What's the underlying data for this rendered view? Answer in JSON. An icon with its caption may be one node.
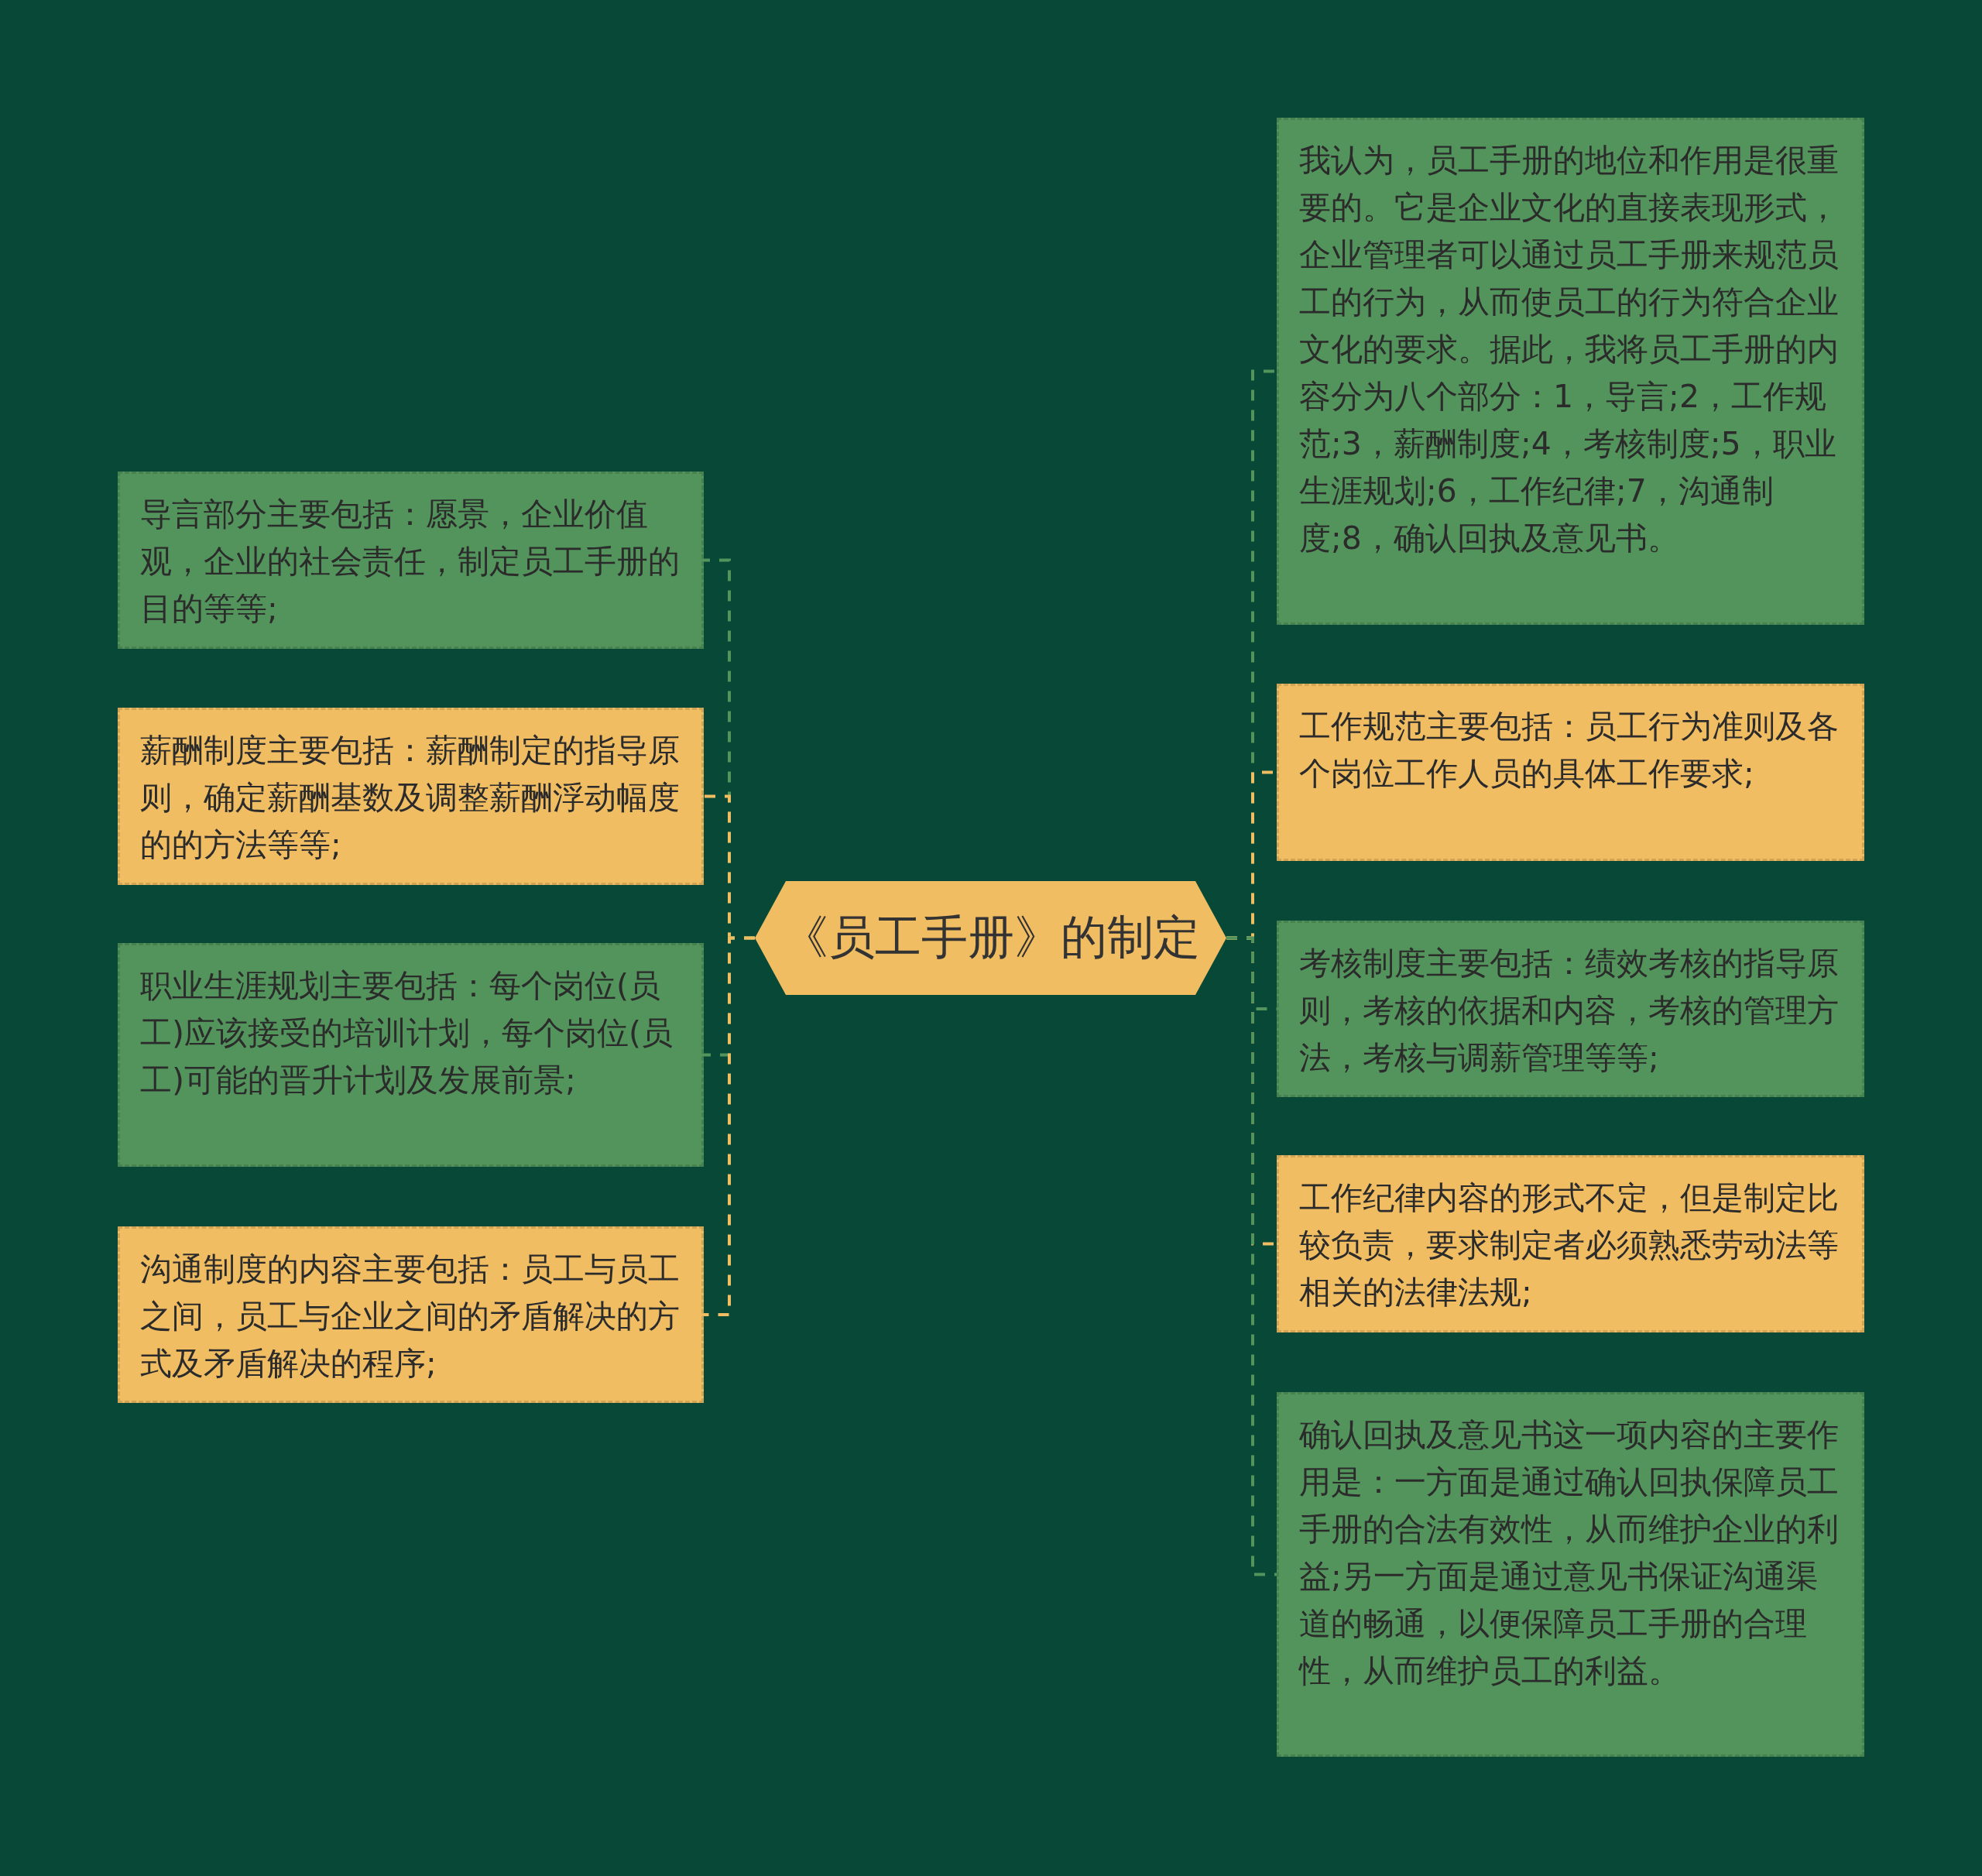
{
  "diagram": {
    "nodes": [
      {
        "text": [
          "《员工手册》的制定"
        ]
      },
      {
        "text": [
          "导言部分主要包括：愿景，企业价值观，企业的社会责任，制定员工手册的目的等等;"
        ]
      },
      {
        "text": [
          "薪酬制度主要包括：薪酬制定的指导原则，确定薪酬基数及调整薪酬浮动幅度的的方法等等;"
        ]
      },
      {
        "text": [
          "职业生涯规划主要包括：每个岗位(员工)应该接受的培训计划，每个岗位(员工)可能的晋升计划及发展前景;"
        ]
      },
      {
        "text": [
          "沟通制度的内容主要包括：员工与员工之间，员工与企业之间的矛盾解决的方式及矛盾解决的程序;"
        ]
      },
      {
        "text": [
          "我认为，员工手册的地位和作用是很重要的。它是企业文化的直接表现形式，企业管理者可以通过员工手册来规范员工的行为，从而使员工的行为符合企业文化的要求。据此，我将员工手册的内容分为八个部分：1，导言;2，工作规范;3，薪酬制度;4，考核制度;5，职业生涯规划;6，工作纪律;7，沟通制度;8，确认回执及意见书。"
        ]
      },
      {
        "text": [
          "工作规范主要包括：员工行为准则及各个岗位工作人员的具体工作要求;"
        ]
      },
      {
        "text": [
          "考核制度主要包括：绩效考核的指导原则，考核的依据和内容，考核的管理方法，考核与调薪管理等等;"
        ]
      },
      {
        "text": [
          "工作纪律内容的形式不定，但是制定比较负责，要求制定者必须熟悉劳动法等相关的法律法规;"
        ]
      },
      {
        "text": [
          "确认回执及意见书这一项内容的主要作用是：一方面是通过确认回执保障员工手册的合法有效性，从而维护企业的利益;另一方面是通过意见书保证沟通渠道的畅通，以便保障员工手册的合理性，从而维护员工的利益。"
        ]
      }
    ],
    "edges": [
      {
        "from": 0,
        "to": 1,
        "arrow": "none",
        "style": "dashed"
      },
      {
        "from": 0,
        "to": 2,
        "arrow": "none",
        "style": "dashed",
        "color": "#f0bd63"
      },
      {
        "from": 0,
        "to": 3,
        "arrow": "none",
        "style": "dashed"
      },
      {
        "from": 0,
        "to": 4,
        "arrow": "none",
        "style": "dashed",
        "color": "#f0bd63"
      },
      {
        "from": 0,
        "to": 5,
        "arrow": "none",
        "style": "dashed"
      },
      {
        "from": 0,
        "to": 6,
        "arrow": "none",
        "style": "dashed",
        "color": "#f0bd63"
      },
      {
        "from": 0,
        "to": 7,
        "arrow": "none",
        "style": "dashed"
      },
      {
        "from": 0,
        "to": 8,
        "arrow": "none",
        "style": "dashed",
        "color": "#f0bd63"
      },
      {
        "from": 0,
        "to": 9,
        "arrow": "none",
        "style": "dashed"
      }
    ]
  }
}
